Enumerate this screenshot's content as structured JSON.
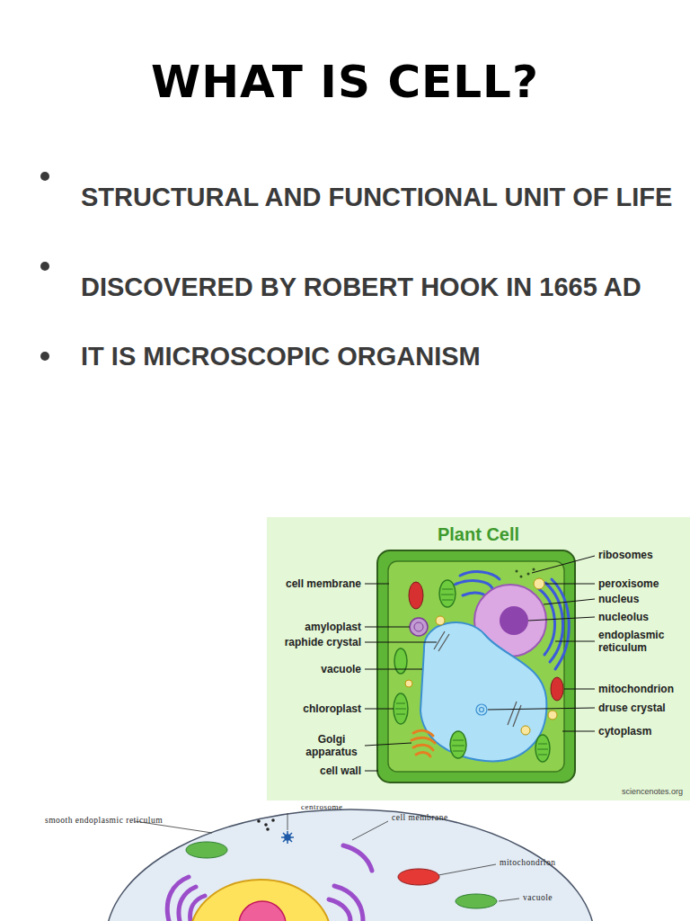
{
  "diagram": {
    "title": "WHAT IS CELL?",
    "nodes": [
      {
        "text": [
          "Plant Cell"
        ]
      }
    ],
    "labels": [
      "STRUCTURAL AND FUNCTIONAL UNIT OF LIFE",
      "DISCOVERED BY ROBERT HOOK IN 1665 AD",
      "IT IS MICROSCOPIC ORGANISM",
      "ribosomes",
      "cell membrane",
      "peroxisome",
      "nucleus",
      "nucleolus",
      "amyloplast",
      "endoplasmic reticulum",
      "raphide crystal",
      "vacuole",
      "mitochondrion",
      "druse crystal",
      "chloroplast",
      "cytoplasm",
      "Golgi apparatus",
      "cell wall",
      "sciencenotes.org",
      "centrosome",
      "smooth endoplasmic reticulum",
      "cell membrane",
      "mitochondrion",
      "vacuole"
    ]
  }
}
